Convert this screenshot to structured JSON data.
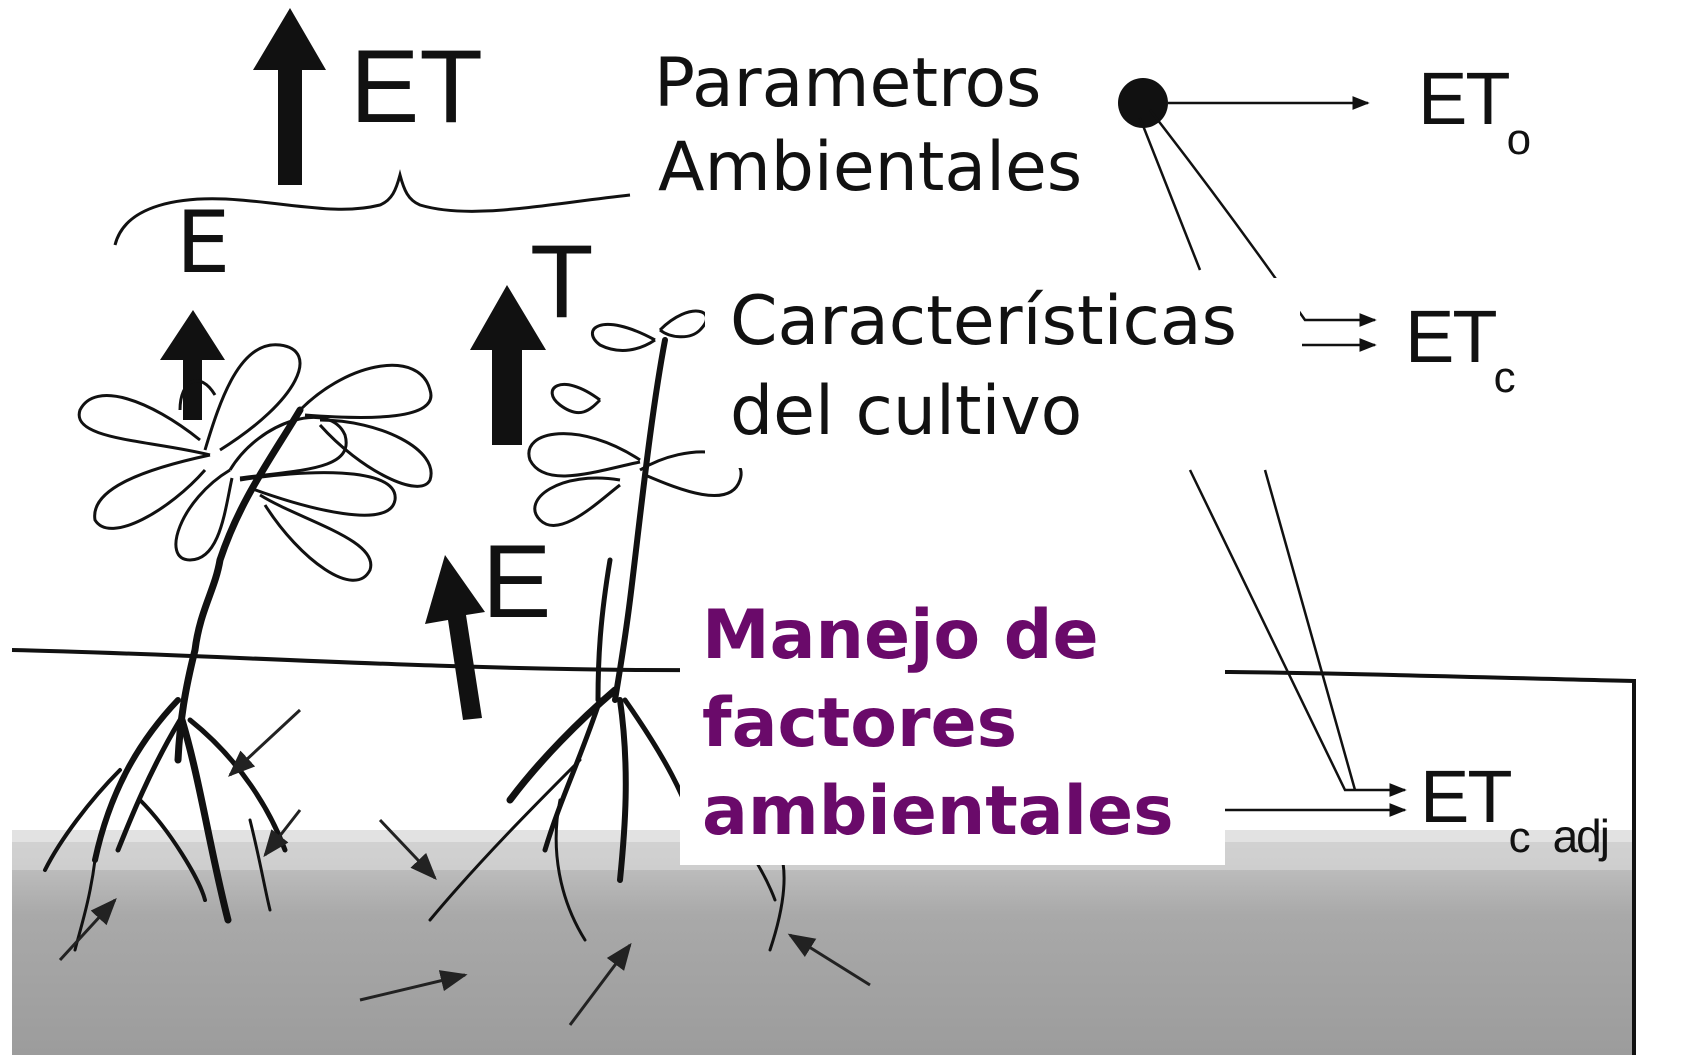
{
  "labels": {
    "et_top": "ET",
    "e_left": "E",
    "t_mid": "T",
    "e_mid": "E",
    "param_line1": "Parametros",
    "param_line2": "Ambientales",
    "crop_line1": "Características",
    "crop_line2": "del cultivo",
    "mgmt_line1": "Manejo de",
    "mgmt_line2": "factores",
    "mgmt_line3": "ambientales"
  },
  "outputs": [
    {
      "main": "ET",
      "sub": "o",
      "suffix": ""
    },
    {
      "main": "ET",
      "sub": "c",
      "suffix": ""
    },
    {
      "main": "ET",
      "sub": "c",
      "suffix": "adj"
    }
  ],
  "colors": {
    "ink": "#111111",
    "accent_purple": "#6a0a6a",
    "soil_top": "#b8b8b8",
    "soil_bottom": "#9a9a9a"
  }
}
